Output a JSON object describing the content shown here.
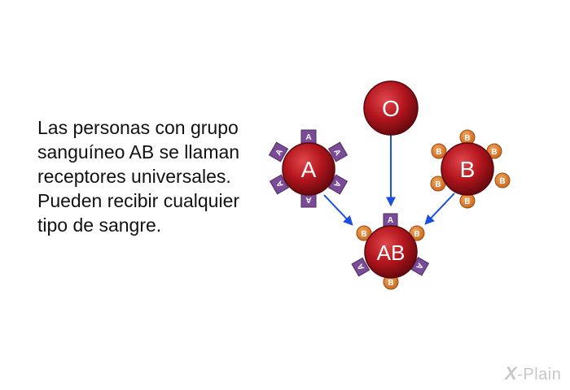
{
  "caption": {
    "text": "Las personas con grupo sanguíneo AB se llaman receptores universales. Pueden recibir cualquier tipo de sangre."
  },
  "cells": {
    "o": {
      "label": "O"
    },
    "a": {
      "label": "A"
    },
    "b": {
      "label": "B"
    },
    "ab": {
      "label": "AB"
    }
  },
  "antigens": {
    "a": "A",
    "b": "B"
  },
  "brand": {
    "mark": "X",
    "name": "-Plain"
  },
  "colors": {
    "cell": "#b3151d",
    "antigen_a": "#7a4b96",
    "antigen_b": "#e07f2b",
    "arrow": "#1a4fe0"
  }
}
